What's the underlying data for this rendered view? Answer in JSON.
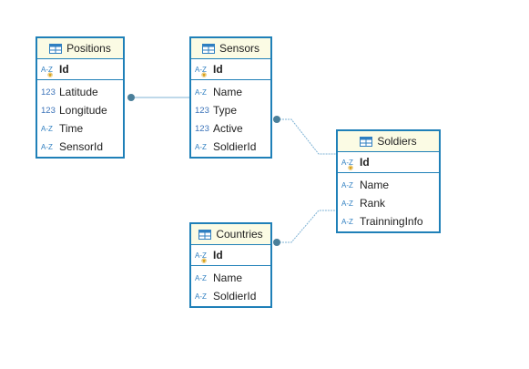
{
  "colors": {
    "border": "#1f80b8",
    "header_bg": "#fbfbe4",
    "connector": "#5a9ec9",
    "endpoint": "#4a7f9a"
  },
  "entities": {
    "positions": {
      "title": "Positions",
      "pk": {
        "type": "A-Z",
        "name": "Id"
      },
      "columns": [
        {
          "type": "123",
          "name": "Latitude"
        },
        {
          "type": "123",
          "name": "Longitude"
        },
        {
          "type": "A-Z",
          "name": "Time"
        },
        {
          "type": "A-Z",
          "name": "SensorId"
        }
      ]
    },
    "sensors": {
      "title": "Sensors",
      "pk": {
        "type": "A-Z",
        "name": "Id"
      },
      "columns": [
        {
          "type": "A-Z",
          "name": "Name"
        },
        {
          "type": "123",
          "name": "Type"
        },
        {
          "type": "123",
          "name": "Active"
        },
        {
          "type": "A-Z",
          "name": "SoldierId"
        }
      ]
    },
    "soldiers": {
      "title": "Soldiers",
      "pk": {
        "type": "A-Z",
        "name": "Id"
      },
      "columns": [
        {
          "type": "A-Z",
          "name": "Name"
        },
        {
          "type": "A-Z",
          "name": "Rank"
        },
        {
          "type": "A-Z",
          "name": "TrainningInfo"
        }
      ]
    },
    "countries": {
      "title": "Countries",
      "pk": {
        "type": "A-Z",
        "name": "Id"
      },
      "columns": [
        {
          "type": "A-Z",
          "name": "Name"
        },
        {
          "type": "A-Z",
          "name": "SoldierId"
        }
      ]
    }
  },
  "relationships": [
    {
      "from": "positions",
      "to": "sensors"
    },
    {
      "from": "sensors",
      "to": "soldiers"
    },
    {
      "from": "countries",
      "to": "soldiers"
    }
  ]
}
